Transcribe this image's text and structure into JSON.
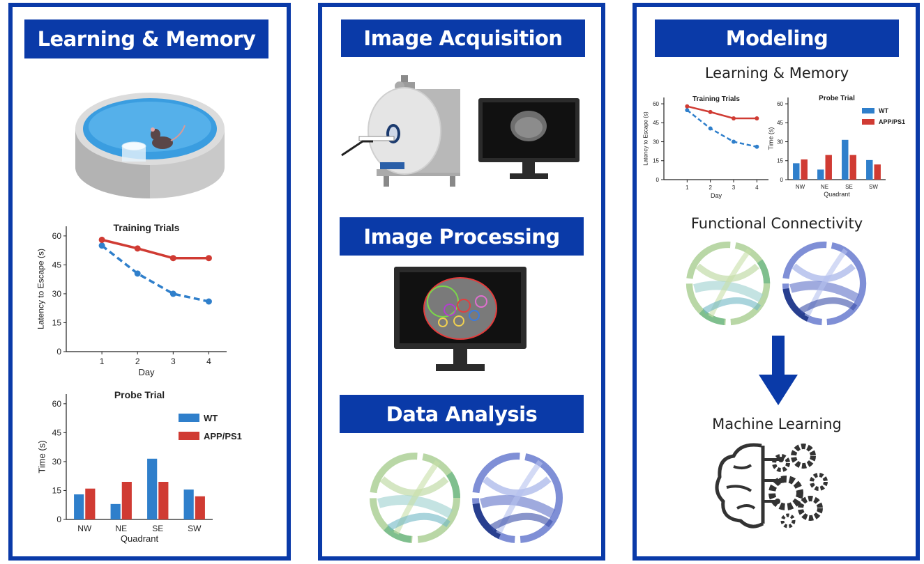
{
  "panels": {
    "left": {
      "title": "Learning & Memory"
    },
    "middle": {
      "title_acq": "Image Acquisition",
      "title_proc": "Image Processing",
      "title_analysis": "Data Analysis"
    },
    "right": {
      "title": "Modeling",
      "sub_lm": "Learning & Memory",
      "sub_fc": "Functional Connectivity",
      "sub_ml": "Machine Learning"
    }
  },
  "colors": {
    "wt": "#2f7fcb",
    "app": "#d03b33",
    "frame": "#0a3aa8"
  },
  "chart_data": [
    {
      "type": "line",
      "title": "Training Trials",
      "xlabel": "Day",
      "ylabel": "Latency to Escape (s)",
      "x": [
        1,
        2,
        3,
        4
      ],
      "xlim": [
        0,
        4.5
      ],
      "ylim": [
        0,
        65
      ],
      "yticks": [
        0,
        15,
        30,
        45,
        60
      ],
      "series": [
        {
          "name": "WT",
          "values": [
            55,
            40.5,
            30,
            26
          ]
        },
        {
          "name": "APP/PS1",
          "values": [
            58,
            53.5,
            48.5,
            48.5
          ]
        }
      ]
    },
    {
      "type": "bar",
      "title": "Probe Trial",
      "xlabel": "Quadrant",
      "ylabel": "Time (s)",
      "categories": [
        "NW",
        "NE",
        "SE",
        "SW"
      ],
      "ylim": [
        0,
        65
      ],
      "yticks": [
        0,
        15,
        30,
        45,
        60
      ],
      "series": [
        {
          "name": "WT",
          "values": [
            13,
            8,
            31.5,
            15.5
          ]
        },
        {
          "name": "APP/PS1",
          "values": [
            16,
            19.5,
            19.5,
            12
          ]
        }
      ],
      "legend": "top-right"
    }
  ]
}
